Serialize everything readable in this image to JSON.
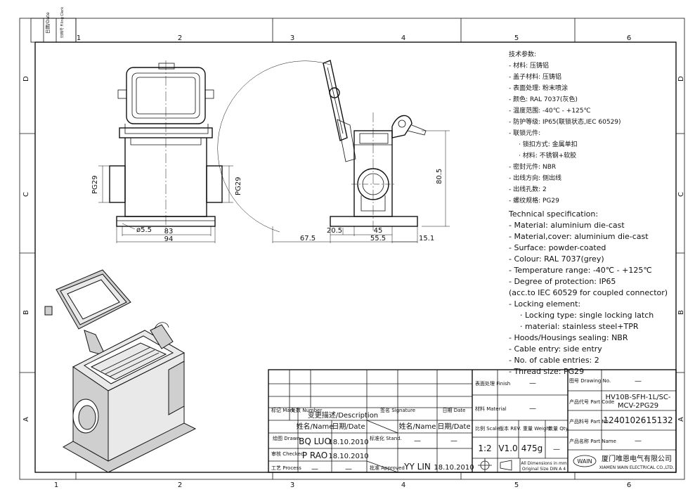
{
  "border": {
    "cols_top": [
      "1",
      "2",
      "3",
      "4",
      "5",
      "6"
    ],
    "cols_bottom": [
      "1",
      "2",
      "3",
      "4",
      "5",
      "6"
    ],
    "rows_left": [
      "D",
      "C",
      "B",
      "A"
    ],
    "rows_right": [
      "D",
      "C",
      "B",
      "A"
    ],
    "date_label": "日期/Date",
    "filing_label": "归档号 Filing Clerk"
  },
  "dims": {
    "d_55": "ø5.5",
    "d_83": "83",
    "d_94": "94",
    "pg_left": "PG29",
    "pg_right": "PG29",
    "d_205": "20.5",
    "d_45": "45",
    "d_675": "67.5",
    "d_555": "55.5",
    "d_151": "15.1",
    "d_805": "80.5"
  },
  "spec_cn": [
    "技术参数:",
    "- 材料: 压铸铝",
    "- 盖子材料: 压铸铝",
    "- 表面处理: 粉末喷涂",
    "- 颜色: RAL 7037(灰色)",
    "- 温度范围: -40℃ - +125℃",
    "- 防护等级: IP65(联锁状态,IEC 60529)",
    "- 联锁元件:",
    "  · 锁扣方式: 金属单扣",
    "  · 材料: 不锈钢+软胶",
    "- 密封元件: NBR",
    "- 出线方向: 侧出线",
    "- 出线孔数: 2",
    "- 螺纹规格: PG29"
  ],
  "spec_en": [
    "Technical specification:",
    "- Material: aluminium die-cast",
    "- Material,cover: aluminium die-cast",
    "- Surface: powder-coated",
    "- Colour: RAL 7037(grey)",
    "- Temperature range: -40℃ - +125℃",
    "- Degree of protection: IP65",
    "  (acc.to IEC 60529 for coupled connector)",
    "- Locking element:",
    "   · Locking type: single locking latch",
    "   · material: stainless steel+TPR",
    "- Hoods/Housings sealing: NBR",
    "- Cable entry: side entry",
    "- No. of cable entries: 2",
    "- Thread size: PG29"
  ],
  "title_block": {
    "mark": "标记 Mark",
    "number": "处数 Number",
    "description": "变更描述/Description",
    "signature": "签名 Signature",
    "date": "日期 Date",
    "name_hdr": "姓名/Name",
    "date_hdr": "日期/Date",
    "drawn": "绘图 Drawn",
    "drawn_name": "BQ LUO",
    "drawn_date": "18.10.2010",
    "stand": "标准化 Stand.",
    "stand_name": "—",
    "stand_date": "—",
    "checked": "审核 Checked",
    "checked_name": "P RAO",
    "checked_date": "18.10.2010",
    "process": "工艺 Process",
    "process_name": "—",
    "process_date": "—",
    "approved": "批准 Approved",
    "approved_name": "YY LIN",
    "approved_date": "18.10.2010",
    "finish": "表面处理 Finish",
    "finish_val": "—",
    "material": "材料 Material",
    "material_val": "—",
    "scale_lbl": "比例 Scale",
    "scale_val": "1:2",
    "rev_lbl": "版本 REV.",
    "rev_val": "V1.0",
    "weight_lbl": "重量 Weight",
    "weight_val": "475g",
    "qty_lbl": "数量 Qty.",
    "qty_val": "—",
    "dims_note_1": "All Dimensions in mm",
    "dims_note_2": "Original Size DIN A 4",
    "drawing_no_lbl": "图号 Drawing No.",
    "drawing_no_val": "—",
    "part_code_lbl": "产品代号 Part Code",
    "part_code_val_1": "HV10B-SFH-1L/SC-",
    "part_code_val_2": "MCV-2PG29",
    "part_no_lbl": "产品料号 Part No.",
    "part_no_val": "1240102615132",
    "part_name_lbl": "产品名称 Part Name",
    "part_name_val": "—",
    "company_cn": "厦门唯恩电气有限公司",
    "company_en": "XIAMEN WAIN ELECTRICAL CO.,LTD.",
    "logo_text": "WAIN"
  }
}
